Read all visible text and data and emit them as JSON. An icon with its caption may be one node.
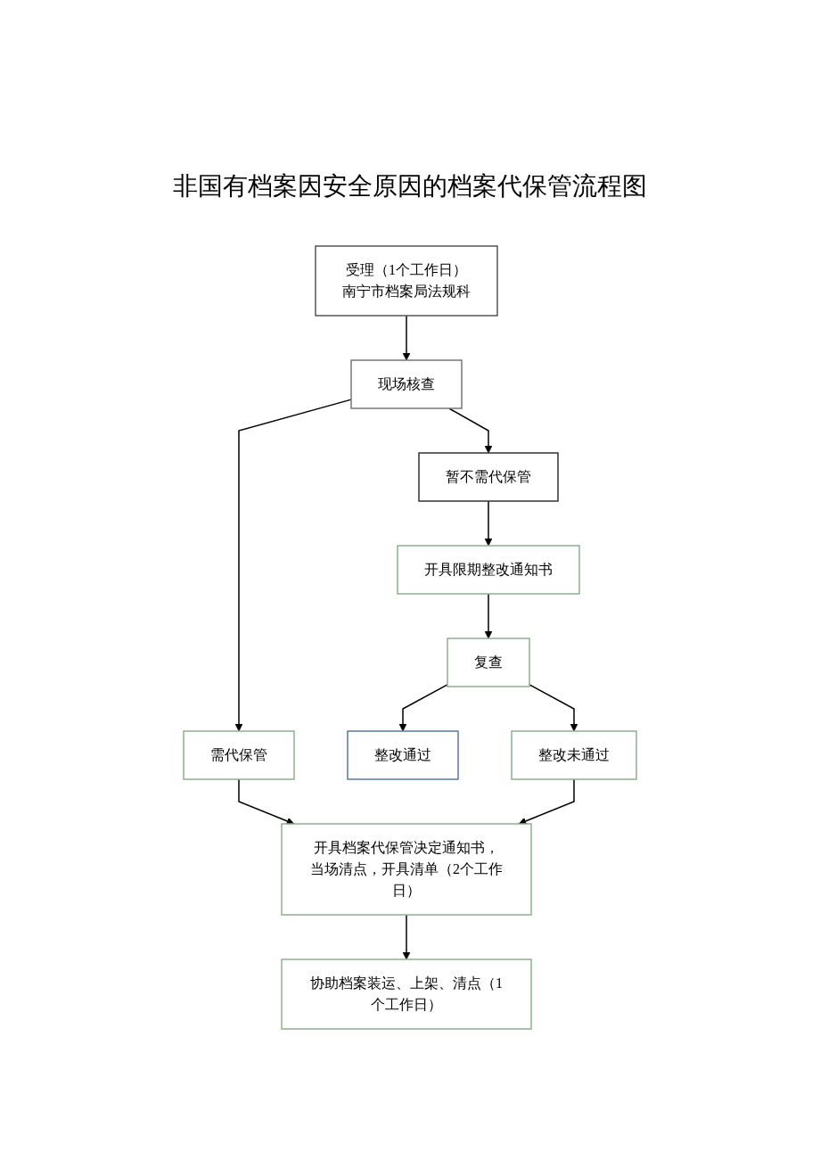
{
  "diagram": {
    "title": "非国有档案因安全原因的档案代保管流程图",
    "nodes": [
      {
        "text": [
          "受理（1个工作日）",
          "南宁市档案局法规科"
        ]
      },
      {
        "text": [
          "现场核查"
        ]
      },
      {
        "text": [
          "暂不需代保管"
        ]
      },
      {
        "text": [
          "需代保管"
        ]
      },
      {
        "text": [
          "开具限期整改通知书"
        ]
      },
      {
        "text": [
          "复查"
        ]
      },
      {
        "text": [
          "整改通过"
        ]
      },
      {
        "text": [
          "整改未通过"
        ]
      },
      {
        "text": [
          "开具档案代保管决定通知书，当场清点，开具清单（2个工作日）"
        ]
      },
      {
        "text": [
          "协助档案装运、上架、清点（1个工作日）"
        ]
      }
    ],
    "edges": [
      {
        "from": 0,
        "to": 1,
        "arrow": "to"
      },
      {
        "from": 1,
        "to": 2,
        "arrow": "to"
      },
      {
        "from": 1,
        "to": 3,
        "arrow": "to"
      },
      {
        "from": 2,
        "to": 4,
        "arrow": "to"
      },
      {
        "from": 4,
        "to": 5,
        "arrow": "to"
      },
      {
        "from": 5,
        "to": 6,
        "arrow": "to"
      },
      {
        "from": 5,
        "to": 7,
        "arrow": "to"
      },
      {
        "from": 3,
        "to": 8,
        "arrow": "to"
      },
      {
        "from": 7,
        "to": 8,
        "arrow": "to"
      },
      {
        "from": 8,
        "to": 9,
        "arrow": "to"
      }
    ]
  }
}
